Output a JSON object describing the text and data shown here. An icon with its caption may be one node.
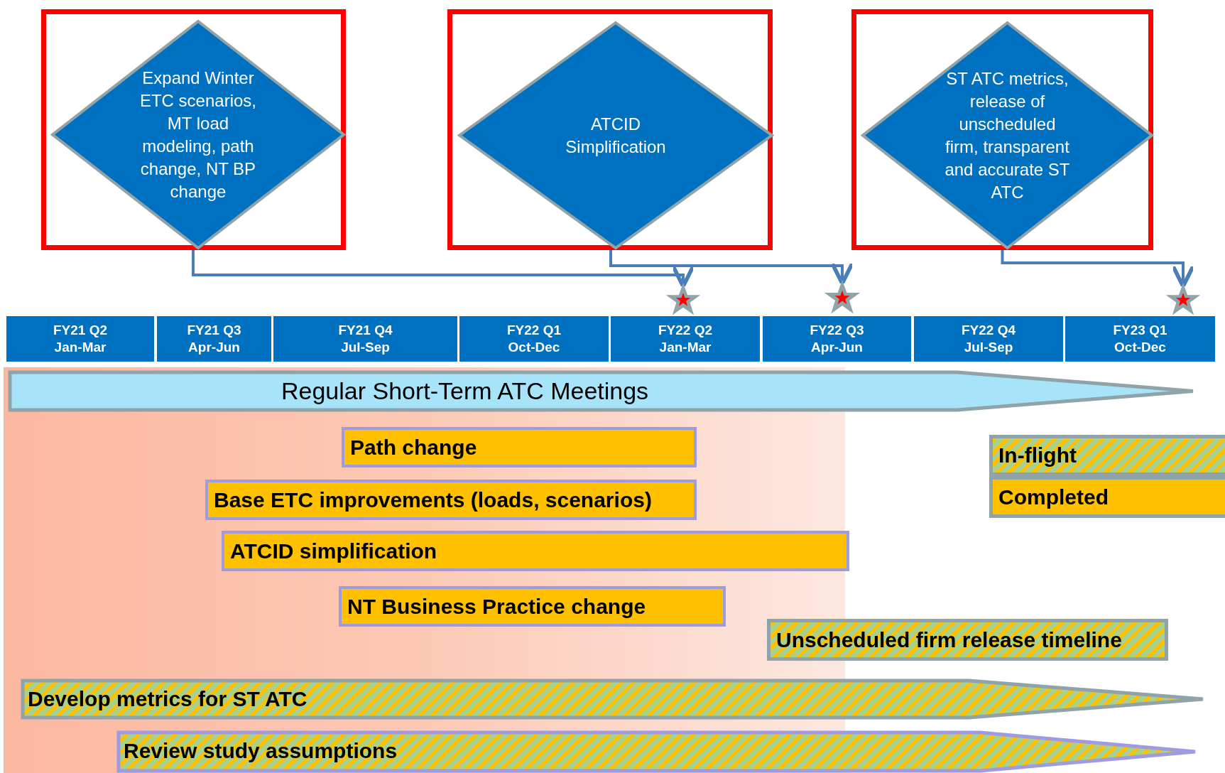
{
  "diagram": {
    "nodes": [
      {
        "text": [],
        "shape": "box"
      },
      {
        "text": [
          "Expand Winter ETC scenarios, MT load modeling, path change, NT BP change"
        ],
        "in": 0
      },
      {
        "text": [],
        "shape": "box"
      },
      {
        "text": [
          "ATCID Simplification"
        ],
        "in": 2
      },
      {
        "text": [],
        "shape": "box"
      },
      {
        "text": [
          "ST ATC metrics, release of unscheduled firm, transparent and accurate ST ATC"
        ],
        "in": 4
      },
      {
        "text": [],
        "shape": "star"
      },
      {
        "text": [],
        "shape": "star"
      },
      {
        "text": [],
        "shape": "star"
      },
      {
        "text": [
          "FY21 Q2",
          "Jan-Mar"
        ]
      },
      {
        "text": [
          "FY21 Q3",
          "Apr-Jun"
        ]
      },
      {
        "text": [
          "FY21 Q4",
          "Jul-Sep"
        ]
      },
      {
        "text": [
          "FY22 Q1",
          "Oct-Dec"
        ]
      },
      {
        "text": [
          "FY22 Q2",
          "Jan-Mar"
        ]
      },
      {
        "text": [
          "FY22 Q3",
          "Apr-Jun"
        ]
      },
      {
        "text": [
          "FY22 Q4",
          "Jul-Sep"
        ]
      },
      {
        "text": [
          "FY23 Q1",
          "Oct-Dec"
        ]
      },
      {
        "text": [
          "Regular Short-Term ATC Meetings"
        ]
      },
      {
        "text": [
          "Path change"
        ]
      },
      {
        "text": [
          "Base ETC improvements (loads, scenarios)"
        ]
      },
      {
        "text": [
          "ATCID simplification"
        ]
      },
      {
        "text": [
          "NT Business Practice change"
        ]
      },
      {
        "text": [
          "Unscheduled firm release timeline"
        ]
      },
      {
        "text": [
          "Develop metrics for ST ATC"
        ]
      },
      {
        "text": [
          "Review study assumptions"
        ]
      }
    ],
    "edges": [
      {
        "from": 1,
        "to": 6,
        "arrow": "to"
      },
      {
        "from": 3,
        "to": 7,
        "arrow": "to"
      },
      {
        "from": 5,
        "to": 8,
        "arrow": "to"
      }
    ],
    "legend": [
      {
        "text": "In-flight"
      },
      {
        "text": "Completed",
        "color": "#ffc000"
      }
    ]
  }
}
